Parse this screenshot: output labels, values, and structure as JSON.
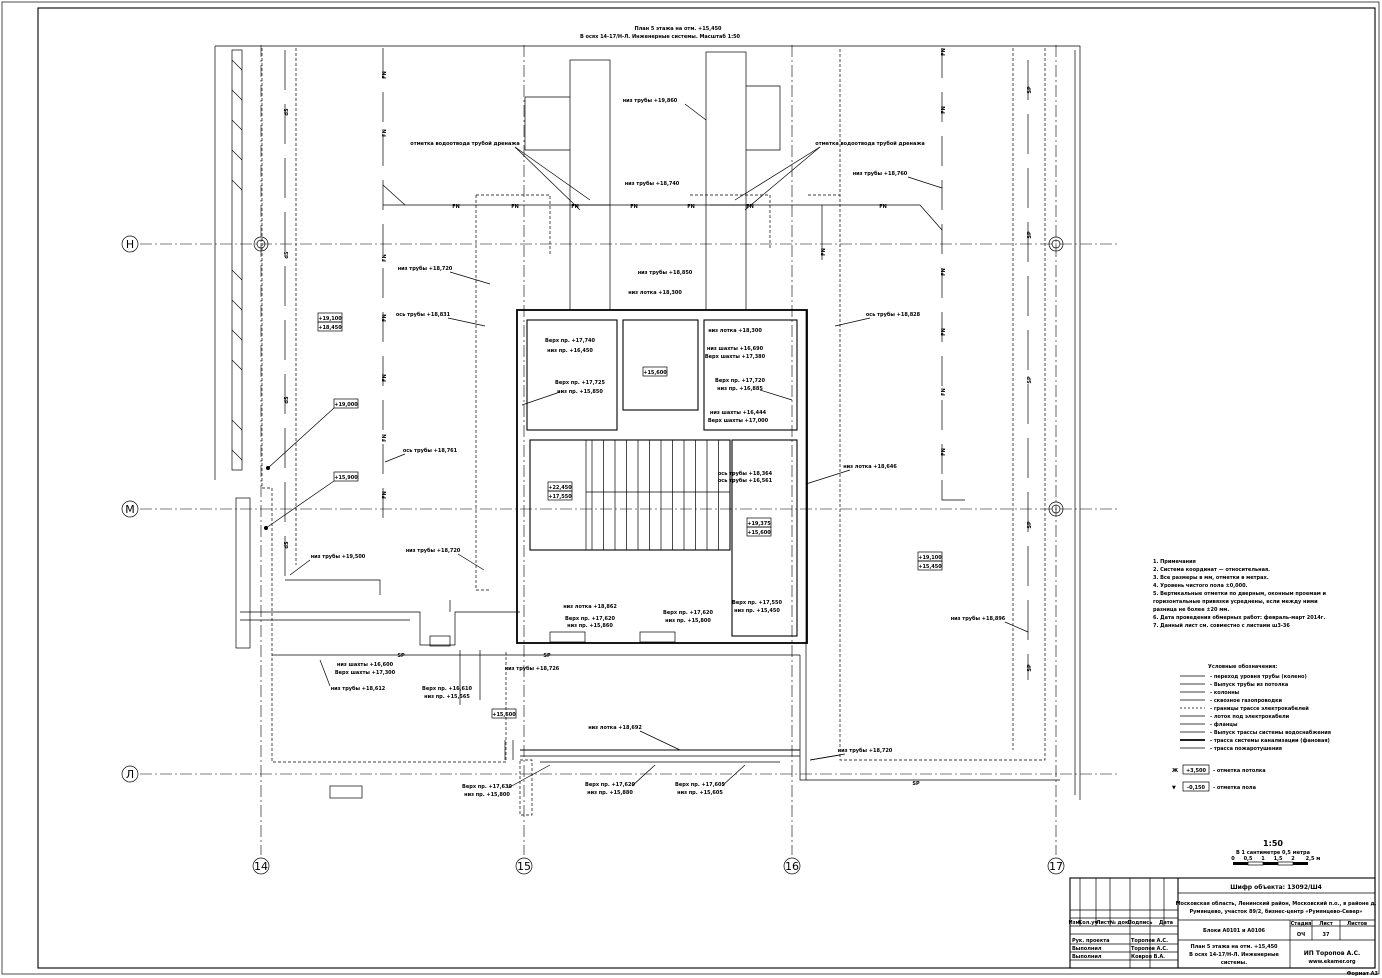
{
  "header": {
    "title_line1": "План 5 этажа на отм. +15,450",
    "title_line2": "В осях 14-17/Н-Л. Инженерные системы. Масштаб 1:50"
  },
  "axes": {
    "rows": [
      "Н",
      "М",
      "Л"
    ],
    "cols": [
      "14",
      "15",
      "16",
      "17"
    ]
  },
  "networks": {
    "fn": "FN",
    "sp": "SP",
    "ds": "dS"
  },
  "labels": {
    "pipe_left": "отметка водоотвода трубой дренажа",
    "pipe_right": "отметка водоотвода трубой дренажа",
    "niz_truby_1": "низ трубы +19,860",
    "niz_truby_2": "низ трубы +18,740",
    "niz_truby_3": "низ трубы +18,760",
    "niz_truby_4": "низ трубы +18,720",
    "niz_truby_5": "низ трубы +19,500",
    "niz_truby_6": "ось трубы +18,831",
    "niz_truby_7": "ось трубы +18,828",
    "os_truby_1": "ось трубы +18,761",
    "os_truby_2": "низ трубы +18,850",
    "os_truby_3": "низ трубы +18,720",
    "os_truby_4": "низ трубы +18,612",
    "niz_lotka_1": "низ лотка +18,646",
    "niz_lotka_2": "низ лотка +18,862",
    "niz_lotka_3": "низ лотка +18,692",
    "niz_truby_8": "низ трубы +18,726",
    "niz_truby_9": "низ трубы +18,720",
    "niz_truby_10": "низ трубы +18,896",
    "niz_lotka_4": "низ лотка +18,300",
    "verh_1": "Верх пр. +17,740",
    "niz_1": "низ пр. +16,450",
    "verh_2": "Верх пр. +17,725",
    "niz_2": "низ пр. +15,850",
    "verh_3": "Верх пр. +17,720",
    "niz_3": "низ пр. +16,885",
    "verh_4": "Верх пр. +17,550",
    "niz_4": "низ пр. +15,450",
    "verh_5": "Верх пр. +17,620",
    "niz_5": "низ пр. +15,860",
    "verh_6": "Верх пр. +17,620",
    "niz_6": "низ пр. +15,800",
    "verh_7": "Верх пр. +17,630",
    "niz_7": "низ пр. +15,800",
    "verh_8": "Верх пр. +17,620",
    "niz_8": "низ пр. +15,880",
    "verh_9": "Верх пр. +17,605",
    "niz_9": "низ пр. +15,605",
    "niz_shahty_1": "низ шахты +16,690",
    "verh_shahty_1": "Верх шахты +17,380",
    "niz_shahty_2": "низ шахты +16,444",
    "verh_shahty_2": "Верх шахты +17,000",
    "niz_shahty_3": "низ шахты +16,600",
    "verh_shahty_3": "Верх шахты +17,300",
    "os_truby_8": "ось трубы +18,364",
    "os_truby_9": "ось трубы +16,561",
    "verh_pr_10": "Верх пр. +16,610",
    "niz_pr_10": "низ пр. +15,565"
  },
  "levels": {
    "l1a": "+19,100",
    "l1b": "+18,450",
    "l2": "+19,000",
    "l3": "+15,900",
    "l4": "+15,600",
    "l5a": "+22,450",
    "l5b": "+17,550",
    "l6a": "+19,375",
    "l6b": "+15,600",
    "l7a": "+19,100",
    "l7b": "+15,450",
    "l8": "+15,600"
  },
  "notes": {
    "title": "1.  Примечания",
    "n2": "2.  Система координат — относительная.",
    "n3": "3.  Все размеры в мм, отметки в метрах.",
    "n4": "4.  Уровень чистого пола ±0,000.",
    "n5a": "5.  Вертикальные отметки по дверным, оконным проемам и",
    "n5b": "     горизонтальные привязки усреднены, если между ними",
    "n5c": "     разница не более ±20 мм.",
    "n6": "6.  Дата проведения обмерных работ: февраль-март 2014г.",
    "n7": "7.  Данный лист см. совместно с листами ш3-36"
  },
  "legend": {
    "title": "Условные обозначения:",
    "items": [
      "- переход уровня трубы (колено)",
      "- Выпуск трубы из потолка",
      "- колонны",
      "- сквозное газопроводки",
      "- границы трассе электрокабелей",
      "- лоток под электрокабели",
      "- фланцы",
      "- Выпуск трассы системы водоснабжения",
      "- трасса системы канализации (фановая)",
      "- трасса пожаротушения"
    ],
    "ceiling_value": "+3,500",
    "ceiling_text": "- отметка потолка",
    "floor_value": "-0,150",
    "floor_text": "- отметка пола"
  },
  "scale": {
    "ratio": "1:50",
    "caption": "В 1 сантиметре 0,5 метра",
    "ticks": [
      "0",
      "0,5",
      "1",
      "1,5",
      "2",
      "2,5 м"
    ]
  },
  "titleblock": {
    "code": "Шифр объекта: 13092/Ш4",
    "address_1": "Московская область, Ленинский район, Московский п.о., в районе д.",
    "address_2": "Румянцево, участок 89/2, бизнес-центр «Румянцево-Север»",
    "sheet_name": "Блоки А0101 и А0106",
    "plan_1": "План 5 этажа на отм. +15,450",
    "plan_2": "В осях 14-17/Н-Л. Инженерные",
    "plan_3": "системы.",
    "col_headers": [
      "Изм.",
      "Кол.уч",
      "Лист",
      "№ док.",
      "Подпись",
      "Дата"
    ],
    "stage_h": "Стадия",
    "sheet_h": "Лист",
    "sheets_h": "Листов",
    "stage_v": "ОЧ",
    "sheet_v": "37",
    "role1": "Рук. проекта",
    "name1": "Торопов А.С.",
    "role2": "Выполнил",
    "name2": "Торопов А.С.",
    "role3": "Выполнил",
    "name3": "Ковров В.А.",
    "org_1": "ИП Торопов А.С.",
    "org_2": "www.ekamer.org",
    "format": "Формат А3"
  }
}
